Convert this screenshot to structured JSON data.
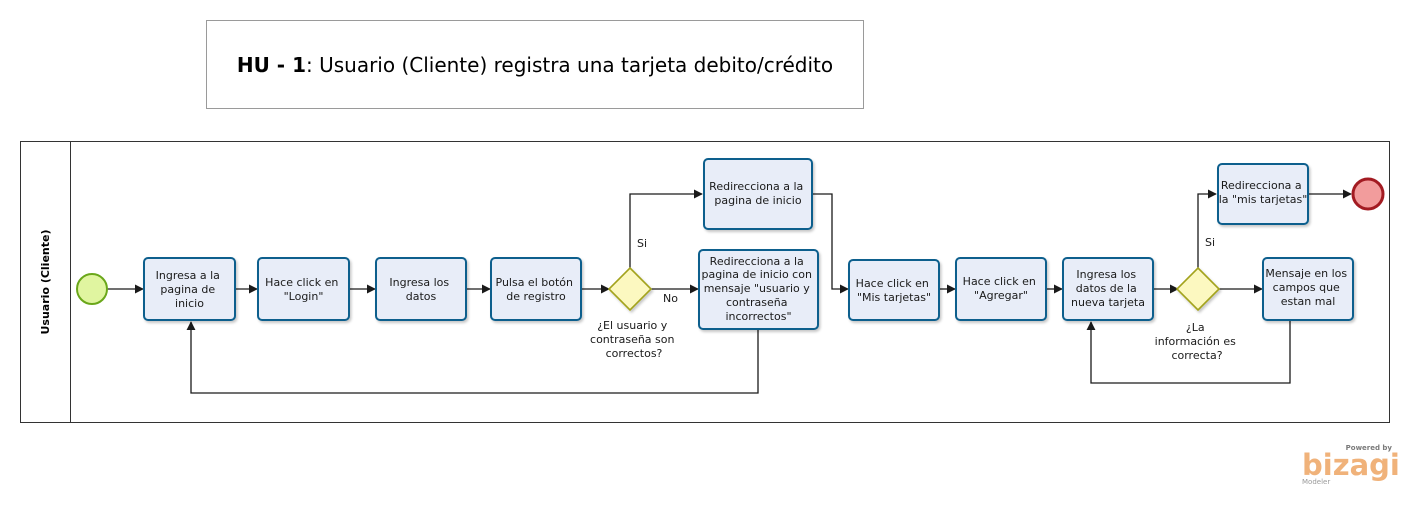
{
  "title": {
    "code": "HU - 1",
    "rest": ": Usuario (Cliente) registra una tarjeta debito/crédito"
  },
  "lane": {
    "label": "Usuario (Cliente)"
  },
  "tasks": {
    "ingresa_pagina": [
      "Ingresa a la",
      "pagina de",
      "inicio"
    ],
    "click_login": [
      "Hace click en",
      "\"Login\""
    ],
    "ingresa_datos": [
      "Ingresa los",
      "datos"
    ],
    "pulsa_boton": [
      "Pulsa el botón",
      "de registro"
    ],
    "redirecciona_inicio": [
      "Redirecciona a la",
      "pagina de inicio"
    ],
    "redirecciona_mensaje": [
      "Redirecciona a la",
      "pagina de inicio con",
      "mensaje \"usuario y",
      "contraseña",
      "incorrectos\""
    ],
    "click_mis_tarjetas": [
      "Hace click en",
      "\"Mis tarjetas\""
    ],
    "click_agregar": [
      "Hace click en",
      "\"Agregar\""
    ],
    "ingresa_nueva": [
      "Ingresa los",
      "datos de la",
      "nueva tarjeta"
    ],
    "redirecciona_mis": [
      "Redirecciona a",
      "la \"mis tarjetas\""
    ],
    "mensaje_campos": [
      "Mensaje en los",
      "campos que",
      "estan mal"
    ]
  },
  "gateways": {
    "g1": [
      "¿El usuario y",
      "contraseña son",
      "correctos?"
    ],
    "g2": [
      "¿La",
      "información es",
      "correcta?"
    ]
  },
  "flow_labels": {
    "si_1": "Si",
    "no_1": "No",
    "si_2": "Si"
  },
  "brand": {
    "powered": "Powered by",
    "name": "bizagi",
    "sub": "Modeler"
  },
  "colors": {
    "task_fill": "#e8edf8",
    "task_stroke": "#0b5f8d",
    "start_fill": "#e0f5a0",
    "start_stroke": "#6aa71a",
    "end_fill": "#f29c9c",
    "end_stroke": "#a31b22",
    "gateway_fill": "#fcf8c0",
    "gateway_stroke": "#a3a31f",
    "brand": "#f0b27a"
  },
  "icons": {
    "start": "start-event-circle",
    "end": "end-event-circle",
    "gateway": "exclusive-gateway-diamond"
  }
}
